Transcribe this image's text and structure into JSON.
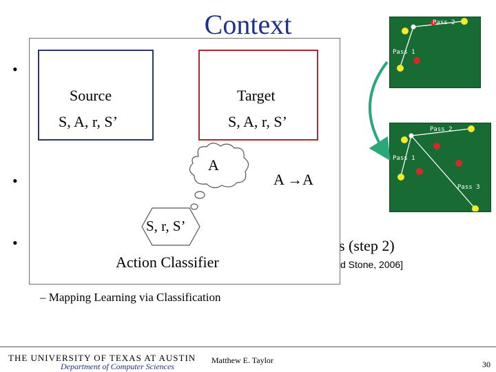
{
  "slide": {
    "title": "Context",
    "bullets_partial": [
      "s (step 2)",
      "d Stone, 2006]"
    ],
    "sub_bullet": "– Mapping Learning via Classification"
  },
  "overlay": {
    "source_label": "Source",
    "source_tuple": "S, A, r, S’",
    "target_label": "Target",
    "target_tuple": "S, A, r, S’",
    "thought_label": "A",
    "mapping_label": "A →A",
    "hexagon_label": "S, r, S’",
    "classifier_label": "Action Classifier"
  },
  "fields": {
    "top": {
      "pass2": "Pass 2",
      "pass1": "Pass 1"
    },
    "bottom": {
      "pass2": "Pass 2",
      "pass1": "Pass 1",
      "pass3": "Pass 3"
    }
  },
  "footer": {
    "university": "THE UNIVERSITY OF TEXAS AT AUSTIN",
    "department": "Department of Computer Sciences",
    "author": "Matthew E. Taylor",
    "page_number": "30"
  },
  "colors": {
    "title": "#1f2f8f",
    "source_border": "#2a3576",
    "target_border": "#b4262c",
    "field_green": "#176b33",
    "arrow_teal": "#2aa878",
    "department": "#1f2f8f"
  }
}
